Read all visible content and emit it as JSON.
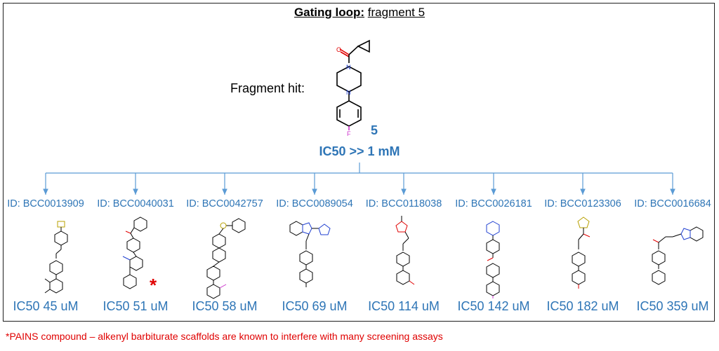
{
  "title": {
    "bold_part": "Gating loop:",
    "rest_part": "fragment 5"
  },
  "fragment": {
    "label": "Fragment hit:",
    "number": "5",
    "ic50": "IC50 >> 1 mM"
  },
  "compounds": [
    {
      "id": "ID: BCC0013909",
      "ic50": "IC50 45 uM",
      "pains": false
    },
    {
      "id": "ID: BCC0040031",
      "ic50": "IC50 51 uM",
      "pains": true
    },
    {
      "id": "ID: BCC0042757",
      "ic50": "IC50 58 uM",
      "pains": false
    },
    {
      "id": "ID: BCC0089054",
      "ic50": "IC50 69 uM",
      "pains": false
    },
    {
      "id": "ID: BCC0118038",
      "ic50": "IC50 114 uM",
      "pains": false
    },
    {
      "id": "ID: BCC0026181",
      "ic50": "IC50 142 uM",
      "pains": false
    },
    {
      "id": "ID: BCC0123306",
      "ic50": "IC50 182 uM",
      "pains": false
    },
    {
      "id": "ID: BCC0016684",
      "ic50": "IC50 359 uM",
      "pains": false
    }
  ],
  "pains_marker": "*",
  "footnote": "*PAINS compound – alkenyl barbiturate scaffolds are known to interfere with many screening assays",
  "colors": {
    "accent_blue": "#2e75b6",
    "connector_blue": "#5b9bd5",
    "warning_red": "#e00000",
    "atom_oxygen": "#e00000",
    "atom_nitrogen": "#1f3fd0",
    "atom_fluorine": "#cc33cc",
    "atom_sulfur": "#b8a000"
  }
}
